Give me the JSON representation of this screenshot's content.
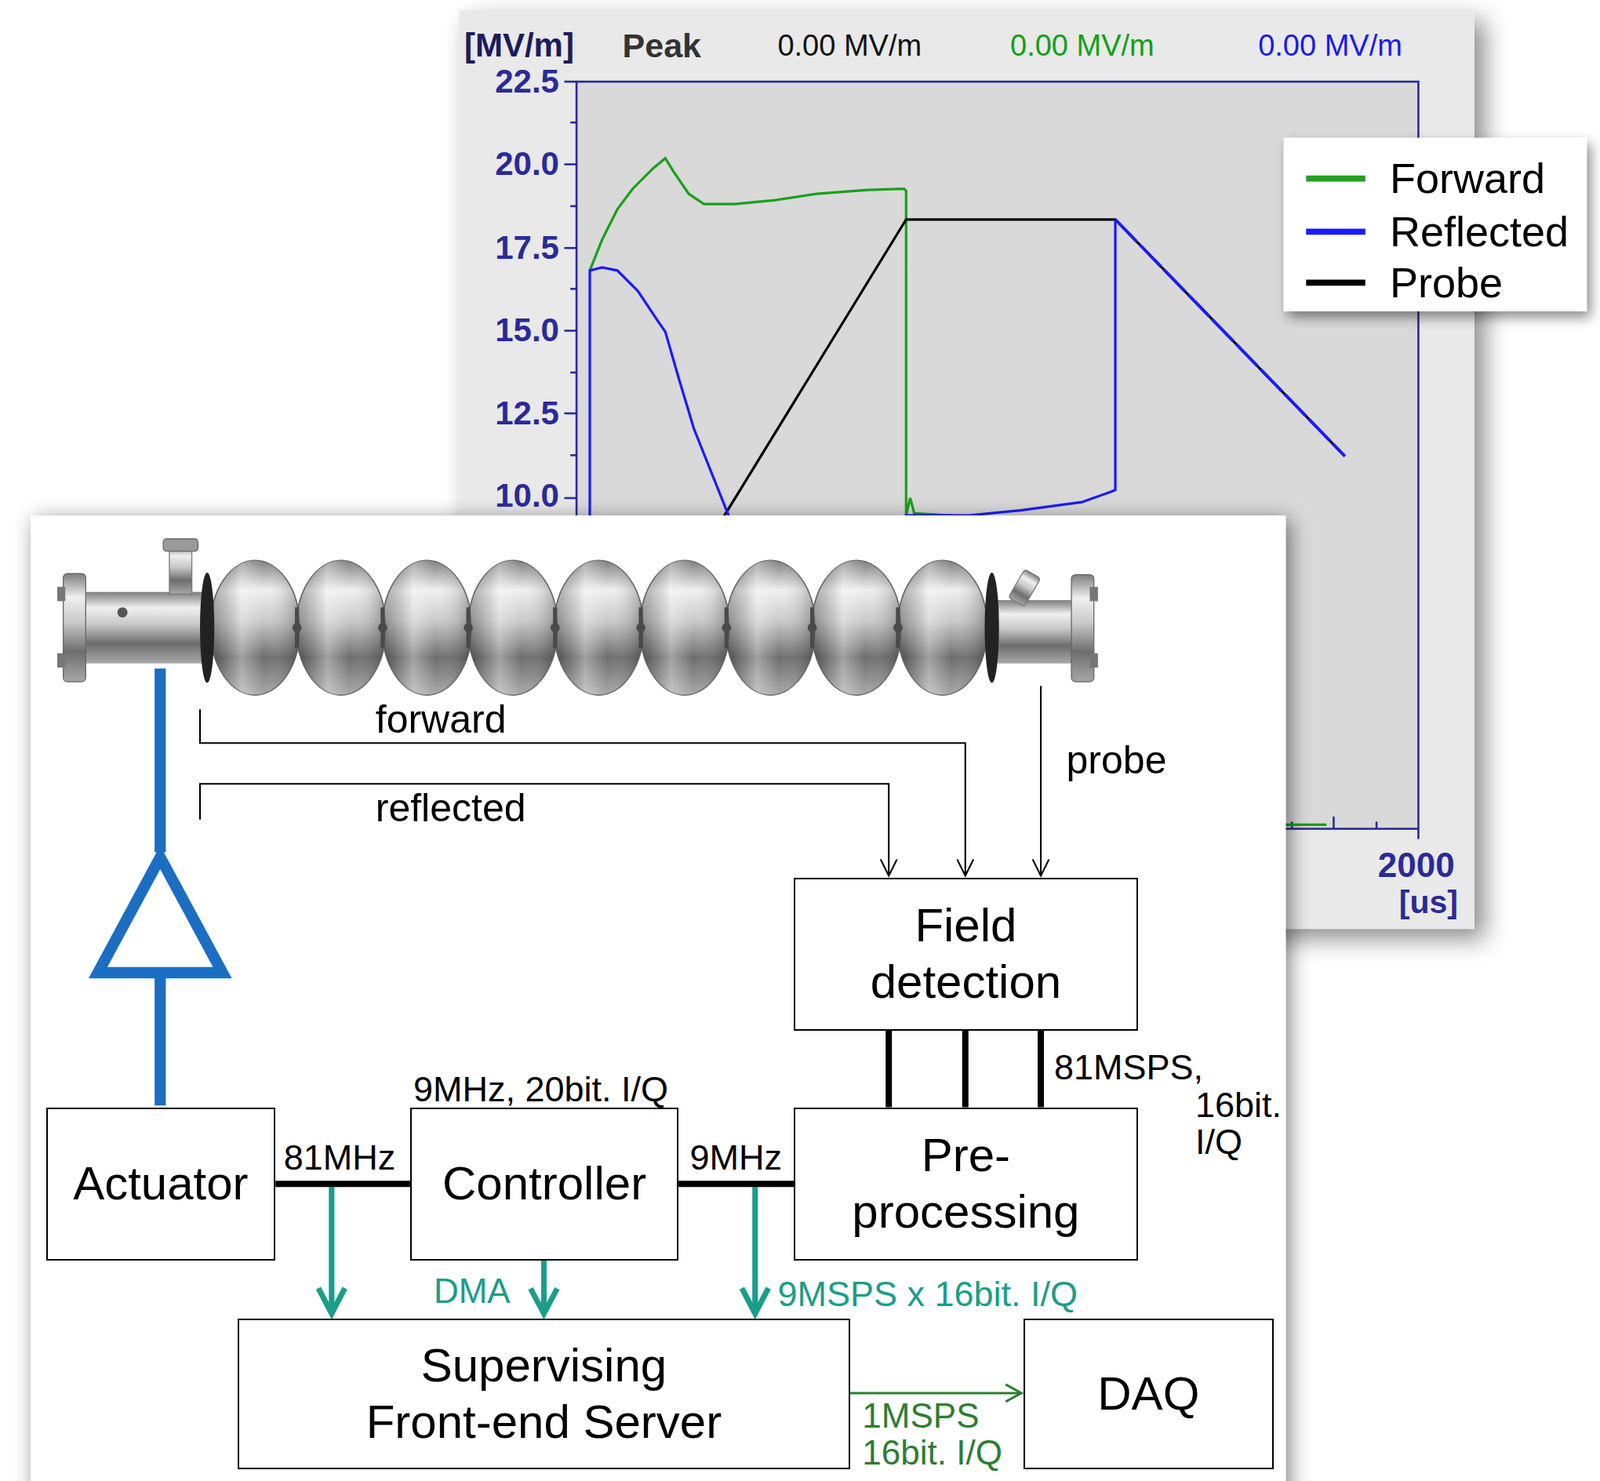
{
  "diagram": {
    "nodes": [
      {
        "text": [
          "Field detection"
        ]
      },
      {
        "text": [
          "Actuator"
        ]
      },
      {
        "text": [
          "Controller"
        ]
      },
      {
        "text": [
          "Pre- processing"
        ]
      },
      {
        "text": [
          "Supervising Front-end Server"
        ]
      },
      {
        "text": [
          "DAQ"
        ]
      }
    ],
    "edges": [
      {
        "from": 0,
        "to": 3,
        "arrow": "none"
      },
      {
        "from": 0,
        "to": 3,
        "arrow": "none"
      },
      {
        "from": 0,
        "to": 3,
        "label": "81MSPS, 16bit. I/Q",
        "arrow": "none"
      },
      {
        "from": 2,
        "to": 1,
        "label": "81MHz",
        "arrow": "none"
      },
      {
        "from": 2,
        "to": 3,
        "label": "9MHz",
        "arrow": "none"
      },
      {
        "from": 2,
        "to": 4,
        "label": "DMA",
        "arrow": "to"
      },
      {
        "from": 4,
        "to": 5,
        "label": "1MSPS 16bit. I/Q",
        "arrow": "to"
      }
    ],
    "labels": [
      "[MV/m]",
      "Peak",
      "0.00 MV/m",
      "0.00 MV/m",
      "0.00 MV/m",
      "22.5",
      "20.0",
      "17.5",
      "15.0",
      "12.5",
      "10.0",
      "2000",
      "[us]",
      "forward",
      "reflected",
      "probe",
      "9MHz, 20bit. I/Q",
      "9MSPS x 16bit. I/Q"
    ],
    "legend": [
      {
        "text": "Forward"
      },
      {
        "text": "Reflected"
      },
      {
        "text": "Probe"
      }
    ]
  }
}
